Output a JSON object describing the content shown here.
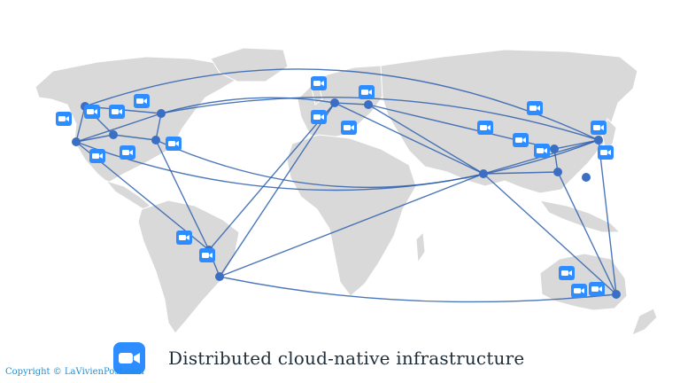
{
  "caption": "Distributed cloud-native infrastructure",
  "copyright": "Copyright © LaVivienPost.com",
  "icons": {
    "video": "video-camera-icon",
    "node": "network-node"
  },
  "colors": {
    "land": "#d9d9d9",
    "border": "#ffffff",
    "link": "#2d5fae",
    "node": "#3b6fc4",
    "icon_bg": "#2D8CFF",
    "copyright": "#1f8fd6"
  }
}
